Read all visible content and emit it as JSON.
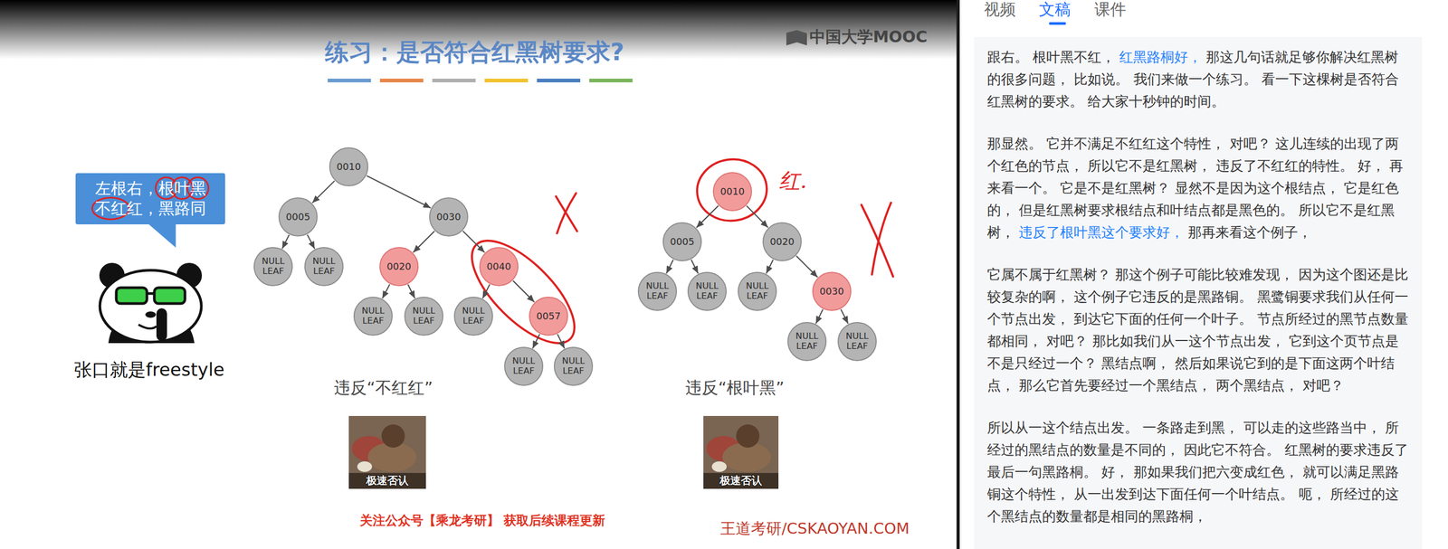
{
  "diagram": {
    "title": "练习：是否符合红黑树要求?",
    "nodes": [
      {
        "text": [
          "左根右，根叶黑 不红红，黑路同"
        ]
      },
      {
        "text": [
          "0010"
        ]
      },
      {
        "text": [
          "0005"
        ]
      },
      {
        "text": [
          "0030"
        ]
      },
      {
        "text": [
          "NULL LEAF"
        ]
      },
      {
        "text": [
          "NULL LEAF"
        ]
      },
      {
        "text": [
          "0020"
        ]
      },
      {
        "text": [
          "0040"
        ]
      },
      {
        "text": [
          "NULL LEAF"
        ]
      },
      {
        "text": [
          "NULL LEAF"
        ]
      },
      {
        "text": [
          "NULL LEAF"
        ]
      },
      {
        "text": [
          "0057"
        ]
      },
      {
        "text": [
          "NULL LEAF"
        ]
      },
      {
        "text": [
          "NULL LEAF"
        ]
      },
      {
        "text": [
          "0010"
        ]
      },
      {
        "text": [
          "0005"
        ]
      },
      {
        "text": [
          "0020"
        ]
      },
      {
        "text": [
          "NULL LEAF"
        ]
      },
      {
        "text": [
          "NULL LEAF"
        ]
      },
      {
        "text": [
          "NULL LEAF"
        ]
      },
      {
        "text": [
          "0030"
        ]
      },
      {
        "text": [
          "NULL LEAF"
        ]
      },
      {
        "text": [
          "NULL LEAF"
        ]
      }
    ],
    "edges": [
      {
        "from": 1,
        "to": 2,
        "arrow": "to"
      },
      {
        "from": 1,
        "to": 3,
        "arrow": "to"
      },
      {
        "from": 2,
        "to": 4,
        "arrow": "to"
      },
      {
        "from": 2,
        "to": 5,
        "arrow": "to"
      },
      {
        "from": 3,
        "to": 6,
        "arrow": "to"
      },
      {
        "from": 3,
        "to": 7,
        "arrow": "to"
      },
      {
        "from": 6,
        "to": 8,
        "arrow": "to"
      },
      {
        "from": 6,
        "to": 9,
        "arrow": "to"
      },
      {
        "from": 7,
        "to": 10,
        "arrow": "to"
      },
      {
        "from": 7,
        "to": 11,
        "arrow": "to"
      },
      {
        "from": 11,
        "to": 12,
        "arrow": "to"
      },
      {
        "from": 11,
        "to": 13,
        "arrow": "to"
      },
      {
        "from": 14,
        "to": 15,
        "arrow": "to"
      },
      {
        "from": 14,
        "to": 16,
        "arrow": "to"
      },
      {
        "from": 15,
        "to": 17,
        "arrow": "to"
      },
      {
        "from": 15,
        "to": 18,
        "arrow": "to"
      },
      {
        "from": 16,
        "to": 19,
        "arrow": "to"
      },
      {
        "from": 16,
        "to": 20,
        "arrow": "to"
      },
      {
        "from": 20,
        "to": 21,
        "arrow": "to"
      },
      {
        "from": 20,
        "to": 22,
        "arrow": "to"
      }
    ],
    "labels": [
      "中国大学MOOC",
      "张口就是freestyle",
      "违反“不红红”",
      "违反“根叶黑”",
      "极速否认",
      "极速否认",
      "关注公众号【乘龙考研】 获取后续课程更新",
      "王道考研/CSKAOYAN.COM",
      "红.",
      "视频",
      "文稿",
      "课件",
      "跟右。 根叶黑不红，",
      "红黑路桐好，",
      "那这几句话就足够你解决红黑树的很多问题， 比如说。 我们来做一个练习。 看一下这棵树是否符合红黑树的要求。 给大家十秒钟的时间。",
      "那显然。 它并不满足不红红这个特性， 对吧？ 这儿连续的出现了两个红色的节点， 所以它不是红黑树， 违反了不红红的特性。 好， 再来看一个。 它是不是红黑树？ 显然不是因为这个根结点， 它是红色的， 但是红黑树要求根结点和叶结点都是黑色的。 所以它不是红黑树，",
      "违反了根叶黑这个要求好，",
      "那再来看这个例子，",
      "它属不属于红黑树？ 那这个例子可能比较难发现， 因为这个图还是比较复杂的啊， 这个例子它违反的是黑路铜。 黑鹭铜要求我们从任何一个节点出发， 到达它下面的任何一个叶子。 节点所经过的黑节点数量都相同， 对吧？ 那比如我们从一这个节点出发， 它到这个页节点是不是只经过一个？ 黑结点啊， 然后如果说它到的是下面这两个叶结点， 那么它首先要经过一个黑结点， 两个黑结点， 对吧？",
      "所以从一这个结点出发。 一条路走到黑， 可以走的这些路当中， 所经过的黑结点的数量是不同的， 因此它不符合。 红黑树的要求违反了最后一句黑路桐。 好， 那如果我们把六变成红色， 就可以满足黑路铜这个特性， 从一出发到达下面任何一个叶结点。 呃， 所经过的这个黑结点的数量都是相同的黑路桐，"
    ]
  }
}
